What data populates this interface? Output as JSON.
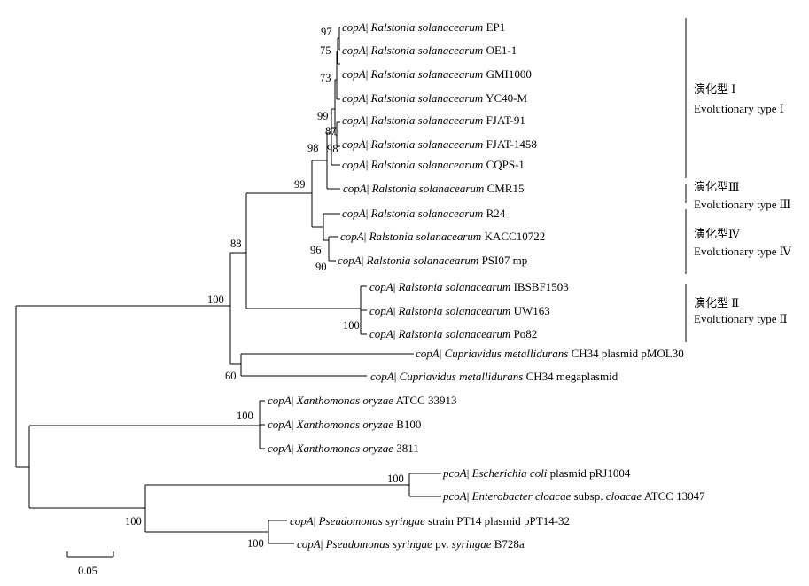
{
  "leaves": [
    {
      "gene": "copA",
      "sep": "| ",
      "species": "Ralstonia solanacearum",
      "strain": " EP1"
    },
    {
      "gene": "copA",
      "sep": "| ",
      "species": "Ralstonia solanacearum",
      "strain": " OE1-1"
    },
    {
      "gene": "copA",
      "sep": "| ",
      "species": "Ralstonia solanacearum",
      "strain": " GMI1000"
    },
    {
      "gene": "copA",
      "sep": "| ",
      "species": "Ralstonia solanacearum",
      "strain": " YC40-M"
    },
    {
      "gene": "copA",
      "sep": "| ",
      "species": "Ralstonia solanacearum",
      "strain": " FJAT-91"
    },
    {
      "gene": "copA",
      "sep": "| ",
      "species": "Ralstonia solanacearum",
      "strain": " FJAT-1458"
    },
    {
      "gene": "copA",
      "sep": "| ",
      "species": "Ralstonia solanacearum",
      "strain": " CQPS-1"
    },
    {
      "gene": "copA",
      "sep": "| ",
      "species": "Ralstonia solanacearum",
      "strain": " CMR15"
    },
    {
      "gene": "copA",
      "sep": "| ",
      "species": "Ralstonia solanacearum",
      "strain": " R24"
    },
    {
      "gene": "copA",
      "sep": "| ",
      "species": "Ralstonia solanacearum",
      "strain": " KACC10722"
    },
    {
      "gene": "copA",
      "sep": "| ",
      "species": "Ralstonia solanacearum",
      "strain": " PSI07 mp"
    },
    {
      "gene": "copA",
      "sep": "| ",
      "species": "Ralstonia solanacearum",
      "strain": " IBSBF1503"
    },
    {
      "gene": "copA",
      "sep": "| ",
      "species": "Ralstonia solanacearum",
      "strain": " UW163"
    },
    {
      "gene": "copA",
      "sep": "| ",
      "species": "Ralstonia solanacearum",
      "strain": " Po82"
    },
    {
      "gene": "copA",
      "sep": "| ",
      "species": "Cupriavidus metallidurans",
      "strain": " CH34 plasmid pMOL30"
    },
    {
      "gene": "copA",
      "sep": "| ",
      "species": "Cupriavidus metallidurans",
      "strain": " CH34 megaplasmid"
    },
    {
      "gene": "copA",
      "sep": "| ",
      "species": "Xanthomonas oryzae",
      "strain": " ATCC 33913"
    },
    {
      "gene": "copA",
      "sep": "| ",
      "species": "Xanthomonas oryzae",
      "strain": " B100"
    },
    {
      "gene": "copA",
      "sep": "| ",
      "species": "Xanthomonas oryzae",
      "strain": " 3811"
    },
    {
      "gene": "pcoA",
      "sep": "| ",
      "species": "Escherichia coli",
      "strain": " plasmid pRJ1004"
    },
    {
      "gene": "pcoA",
      "sep": "| ",
      "species": "Enterobacter cloacae",
      "strain": " subsp. ",
      "species2": "cloacae",
      "strain2": " ATCC 13047"
    },
    {
      "gene": "copA",
      "sep": "| ",
      "species": "Pseudomonas syringae",
      "strain": " strain PT14 plasmid pPT14-32"
    },
    {
      "gene": "copA",
      "sep": "| ",
      "species": "Pseudomonas syringae",
      "strain": " pv. ",
      "species2": "syringae",
      "strain2": " B728a"
    }
  ],
  "bootstrap": [
    "97",
    "75",
    "73",
    "99",
    "87",
    "98",
    "98",
    "99",
    "88",
    "96",
    "90",
    "100",
    "100",
    "60",
    "100",
    "100",
    "100",
    "100"
  ],
  "groups": [
    {
      "zh": "演化型 Ⅰ",
      "en": "Evolutionary type Ⅰ"
    },
    {
      "zh": "演化型Ⅲ",
      "en": "Evolutionary type Ⅲ"
    },
    {
      "zh": "演化型Ⅳ",
      "en": "Evolutionary type Ⅳ"
    },
    {
      "zh": "演化型 Ⅱ",
      "en": "Evolutionary type Ⅱ"
    }
  ],
  "scale_bar": {
    "label": "0.05"
  }
}
